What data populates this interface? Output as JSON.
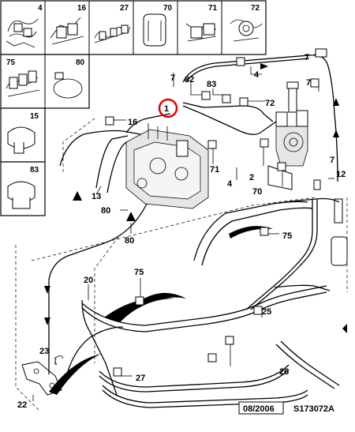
{
  "parts_grid": [
    {
      "number": "4"
    },
    {
      "number": "16"
    },
    {
      "number": "27"
    },
    {
      "number": "70"
    },
    {
      "number": "71"
    },
    {
      "number": "72"
    },
    {
      "number": "75"
    },
    {
      "number": "80"
    },
    {
      "number": "15"
    },
    {
      "number": "83"
    }
  ],
  "callouts": {
    "c7a": "7",
    "c4a": "4",
    "c82": "82",
    "c83": "83",
    "c72": "72",
    "c7b": "7",
    "c7c": "7",
    "c1": "1",
    "c16": "16",
    "c71": "71",
    "c2": "2",
    "c4b": "4",
    "c70": "70",
    "c12": "12",
    "c13": "13",
    "c80a": "80",
    "c80b": "80",
    "c75a": "75",
    "c75b": "75",
    "c20": "20",
    "c25": "25",
    "c23": "23",
    "c27": "27",
    "c26": "26",
    "c22": "22",
    "c7d": "7"
  },
  "footer": {
    "date": "08/2006",
    "reference": "S173072A"
  },
  "highlight_color": "#e00000"
}
